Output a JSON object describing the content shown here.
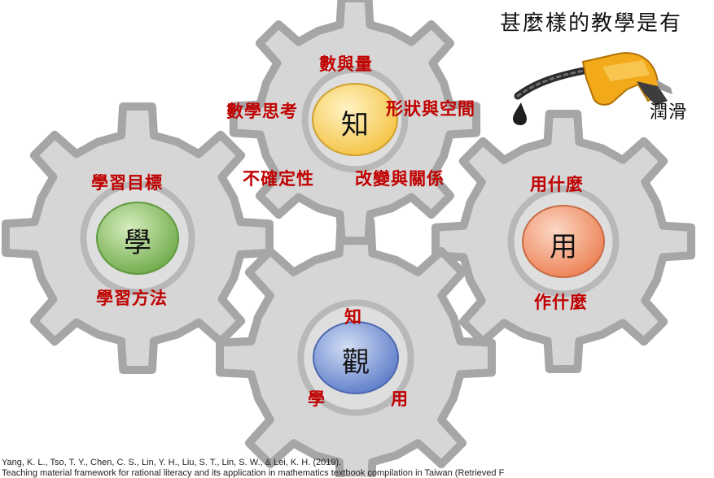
{
  "headline": "甚麼樣的教學是有",
  "lubricant_label": "潤滑",
  "gears": {
    "zhi": {
      "center": "知",
      "labels": [
        "數與量",
        "數學思考",
        "形狀與空間",
        "不確定性",
        "改變與關係"
      ]
    },
    "xue": {
      "center": "學",
      "labels": [
        "學習目標",
        "學習方法"
      ]
    },
    "yong": {
      "center": "用",
      "labels": [
        "用什麼",
        "作什麼"
      ]
    },
    "guan": {
      "center": "觀",
      "labels": [
        "知",
        "學",
        "用"
      ]
    }
  },
  "colors": {
    "gear_fill": "#d6d6d6",
    "gear_stroke": "#a6a6a6",
    "hub_zhi": "#f9d56e",
    "hub_xue": "#8ec466",
    "hub_yong": "#f19a75",
    "hub_guan": "#7f9ad6",
    "label_red": "#c00000"
  },
  "icons": [
    "fuel-nozzle-icon",
    "oil-drop-icon"
  ],
  "reference": {
    "line1": "Yang, K. L., Tso, T. Y., Chen, C. S., Lin, Y. H., Liu, S. T., Lin, S. W., & Lei, K. H. (2019).",
    "line2": "Teaching material framework for rational literacy and its application in mathematics textbook compilation in Taiwan (Retrieved F"
  }
}
